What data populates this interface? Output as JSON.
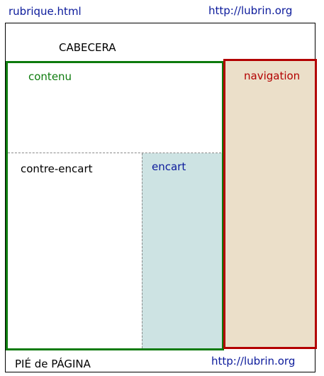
{
  "labels": {
    "top_left": "rubrique.html",
    "top_right": "http://lubrin.org",
    "header": "CABECERA",
    "contenu": "contenu",
    "navigation": "navigation",
    "contre_encart": "contre-encart",
    "encart": "encart",
    "footer": "PIÉ de PÁGINA",
    "bottom_right": "http://lubrin.org"
  },
  "colors": {
    "blue_text": "#0b1a9b",
    "green_box": "#0d7b0d",
    "red_box": "#b30000",
    "navigation_fill": "#ebdfc9",
    "encart_fill": "#cde3e3",
    "dash_line": "#8a8a8a"
  }
}
